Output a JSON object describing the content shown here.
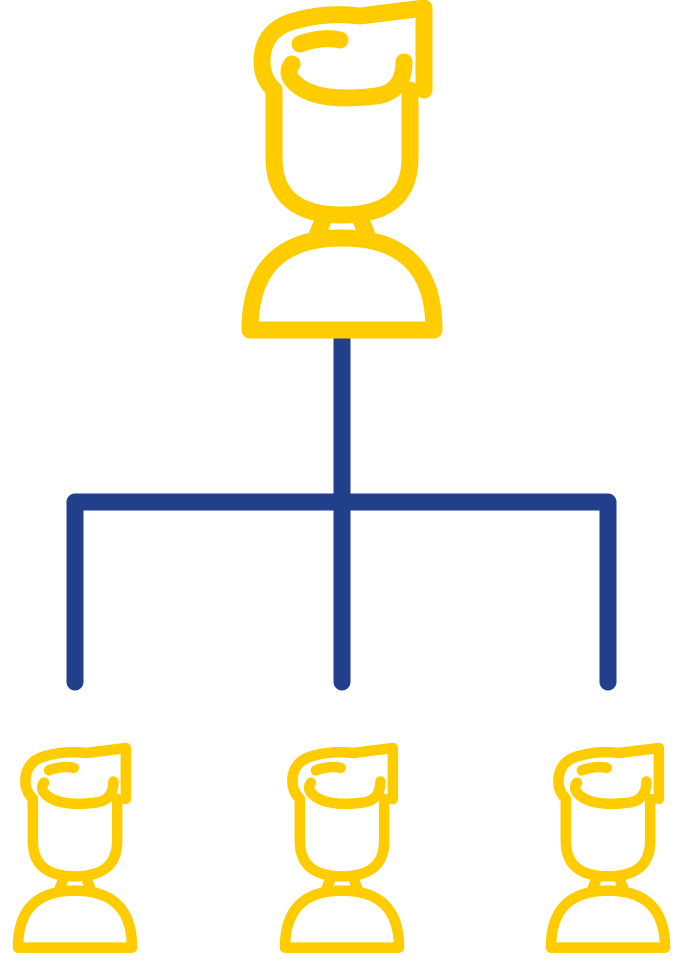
{
  "icon": {
    "name": "organization-hierarchy-icon",
    "colors": {
      "people": "#FFCC00",
      "connectors": "#213F8B",
      "background": "#FFFFFF"
    },
    "nodes": {
      "top": {
        "name": "manager-person-icon"
      },
      "children": [
        {
          "name": "employee-person-icon-left"
        },
        {
          "name": "employee-person-icon-center"
        },
        {
          "name": "employee-person-icon-right"
        }
      ]
    }
  }
}
